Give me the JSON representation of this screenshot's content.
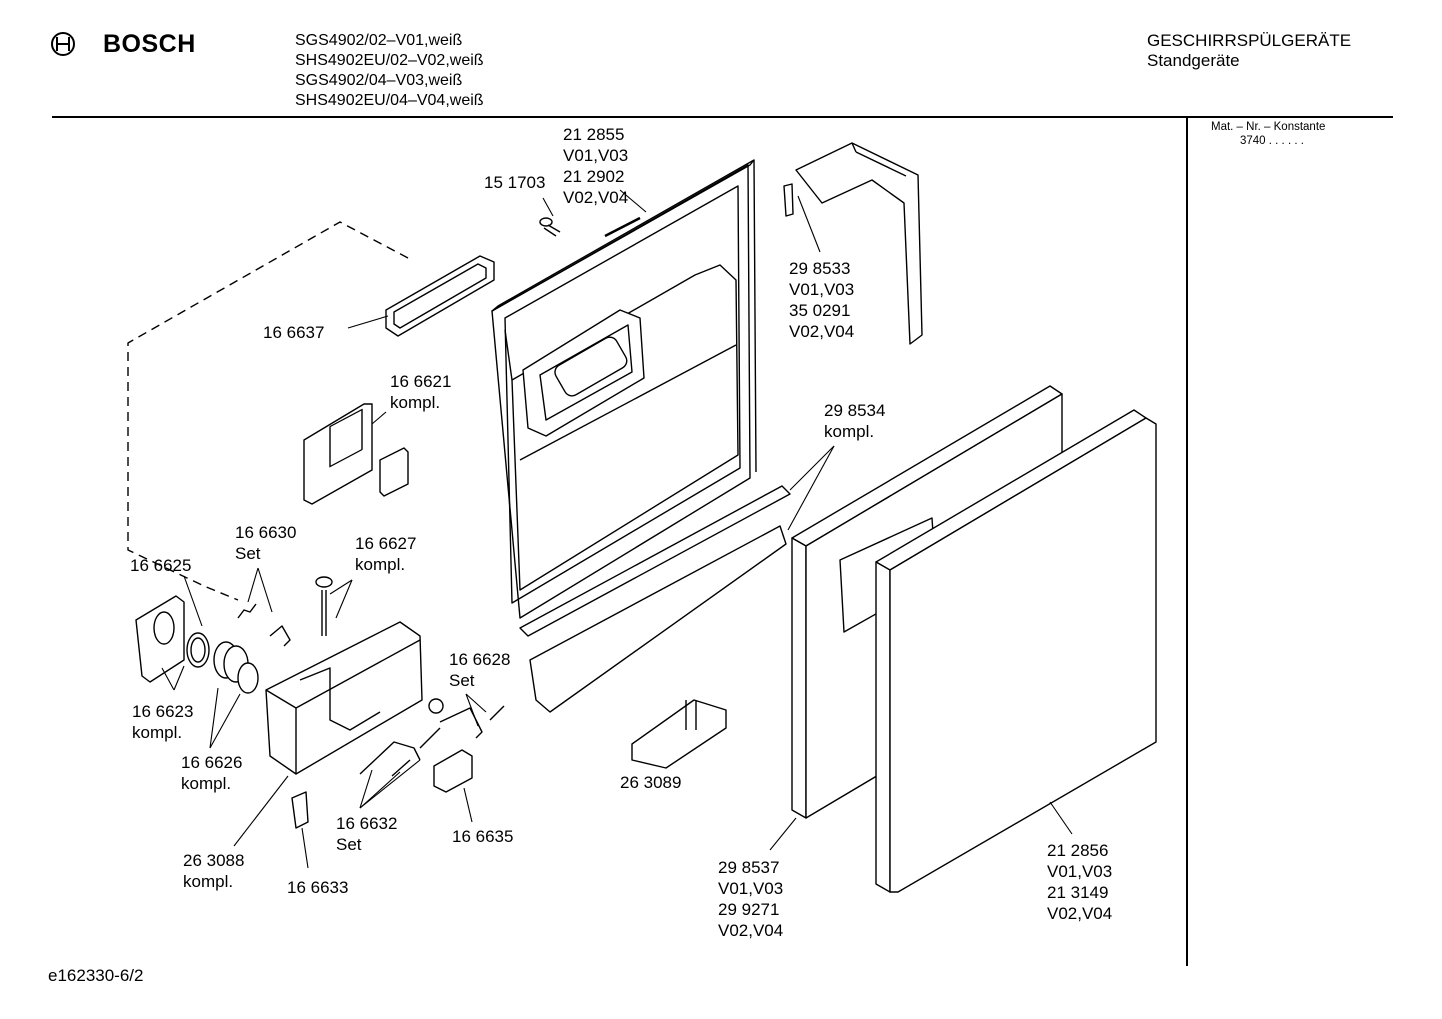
{
  "header": {
    "brand": "BOSCH",
    "models": [
      "SGS4902/02–V01,weiß",
      "SHS4902EU/02–V02,weiß",
      "SGS4902/04–V03,weiß",
      "SHS4902EU/04–V04,weiß"
    ],
    "category": "GESCHIRRSPÜLGERÄTE",
    "subcategory": "Standgeräte"
  },
  "sidebar": {
    "mat_nr_label": "Mat. – Nr. – Konstante",
    "mat_nr_value": "3740 . . . . . ."
  },
  "footer": {
    "drawing_id": "e162330-6/2"
  },
  "parts": [
    {
      "id": "p212855",
      "text": "21 2855\nV01,V03\n21 2902\nV02,V04"
    },
    {
      "id": "p151703",
      "text": "15 1703"
    },
    {
      "id": "p298533",
      "text": "29 8533\nV01,V03\n35 0291\nV02,V04"
    },
    {
      "id": "p166637",
      "text": "16 6637"
    },
    {
      "id": "p166621",
      "text": "16 6621\nkompl."
    },
    {
      "id": "p298534",
      "text": "29 8534\nkompl."
    },
    {
      "id": "p166630",
      "text": "16 6630\nSet"
    },
    {
      "id": "p166627",
      "text": "16 6627\nkompl."
    },
    {
      "id": "p166625",
      "text": "16 6625"
    },
    {
      "id": "p166628",
      "text": "16 6628\nSet"
    },
    {
      "id": "p166623",
      "text": "16 6623\nkompl."
    },
    {
      "id": "p166626",
      "text": "16 6626\nkompl."
    },
    {
      "id": "p263089",
      "text": "26 3089"
    },
    {
      "id": "p166632",
      "text": "16 6632\nSet"
    },
    {
      "id": "p166635",
      "text": "16 6635"
    },
    {
      "id": "p263088",
      "text": "26 3088\nkompl."
    },
    {
      "id": "p166633",
      "text": "16 6633"
    },
    {
      "id": "p298537",
      "text": "29 8537\nV01,V03\n29 9271\nV02,V04"
    },
    {
      "id": "p212856",
      "text": "21 2856\nV01,V03\n21 3149\nV02,V04"
    }
  ]
}
